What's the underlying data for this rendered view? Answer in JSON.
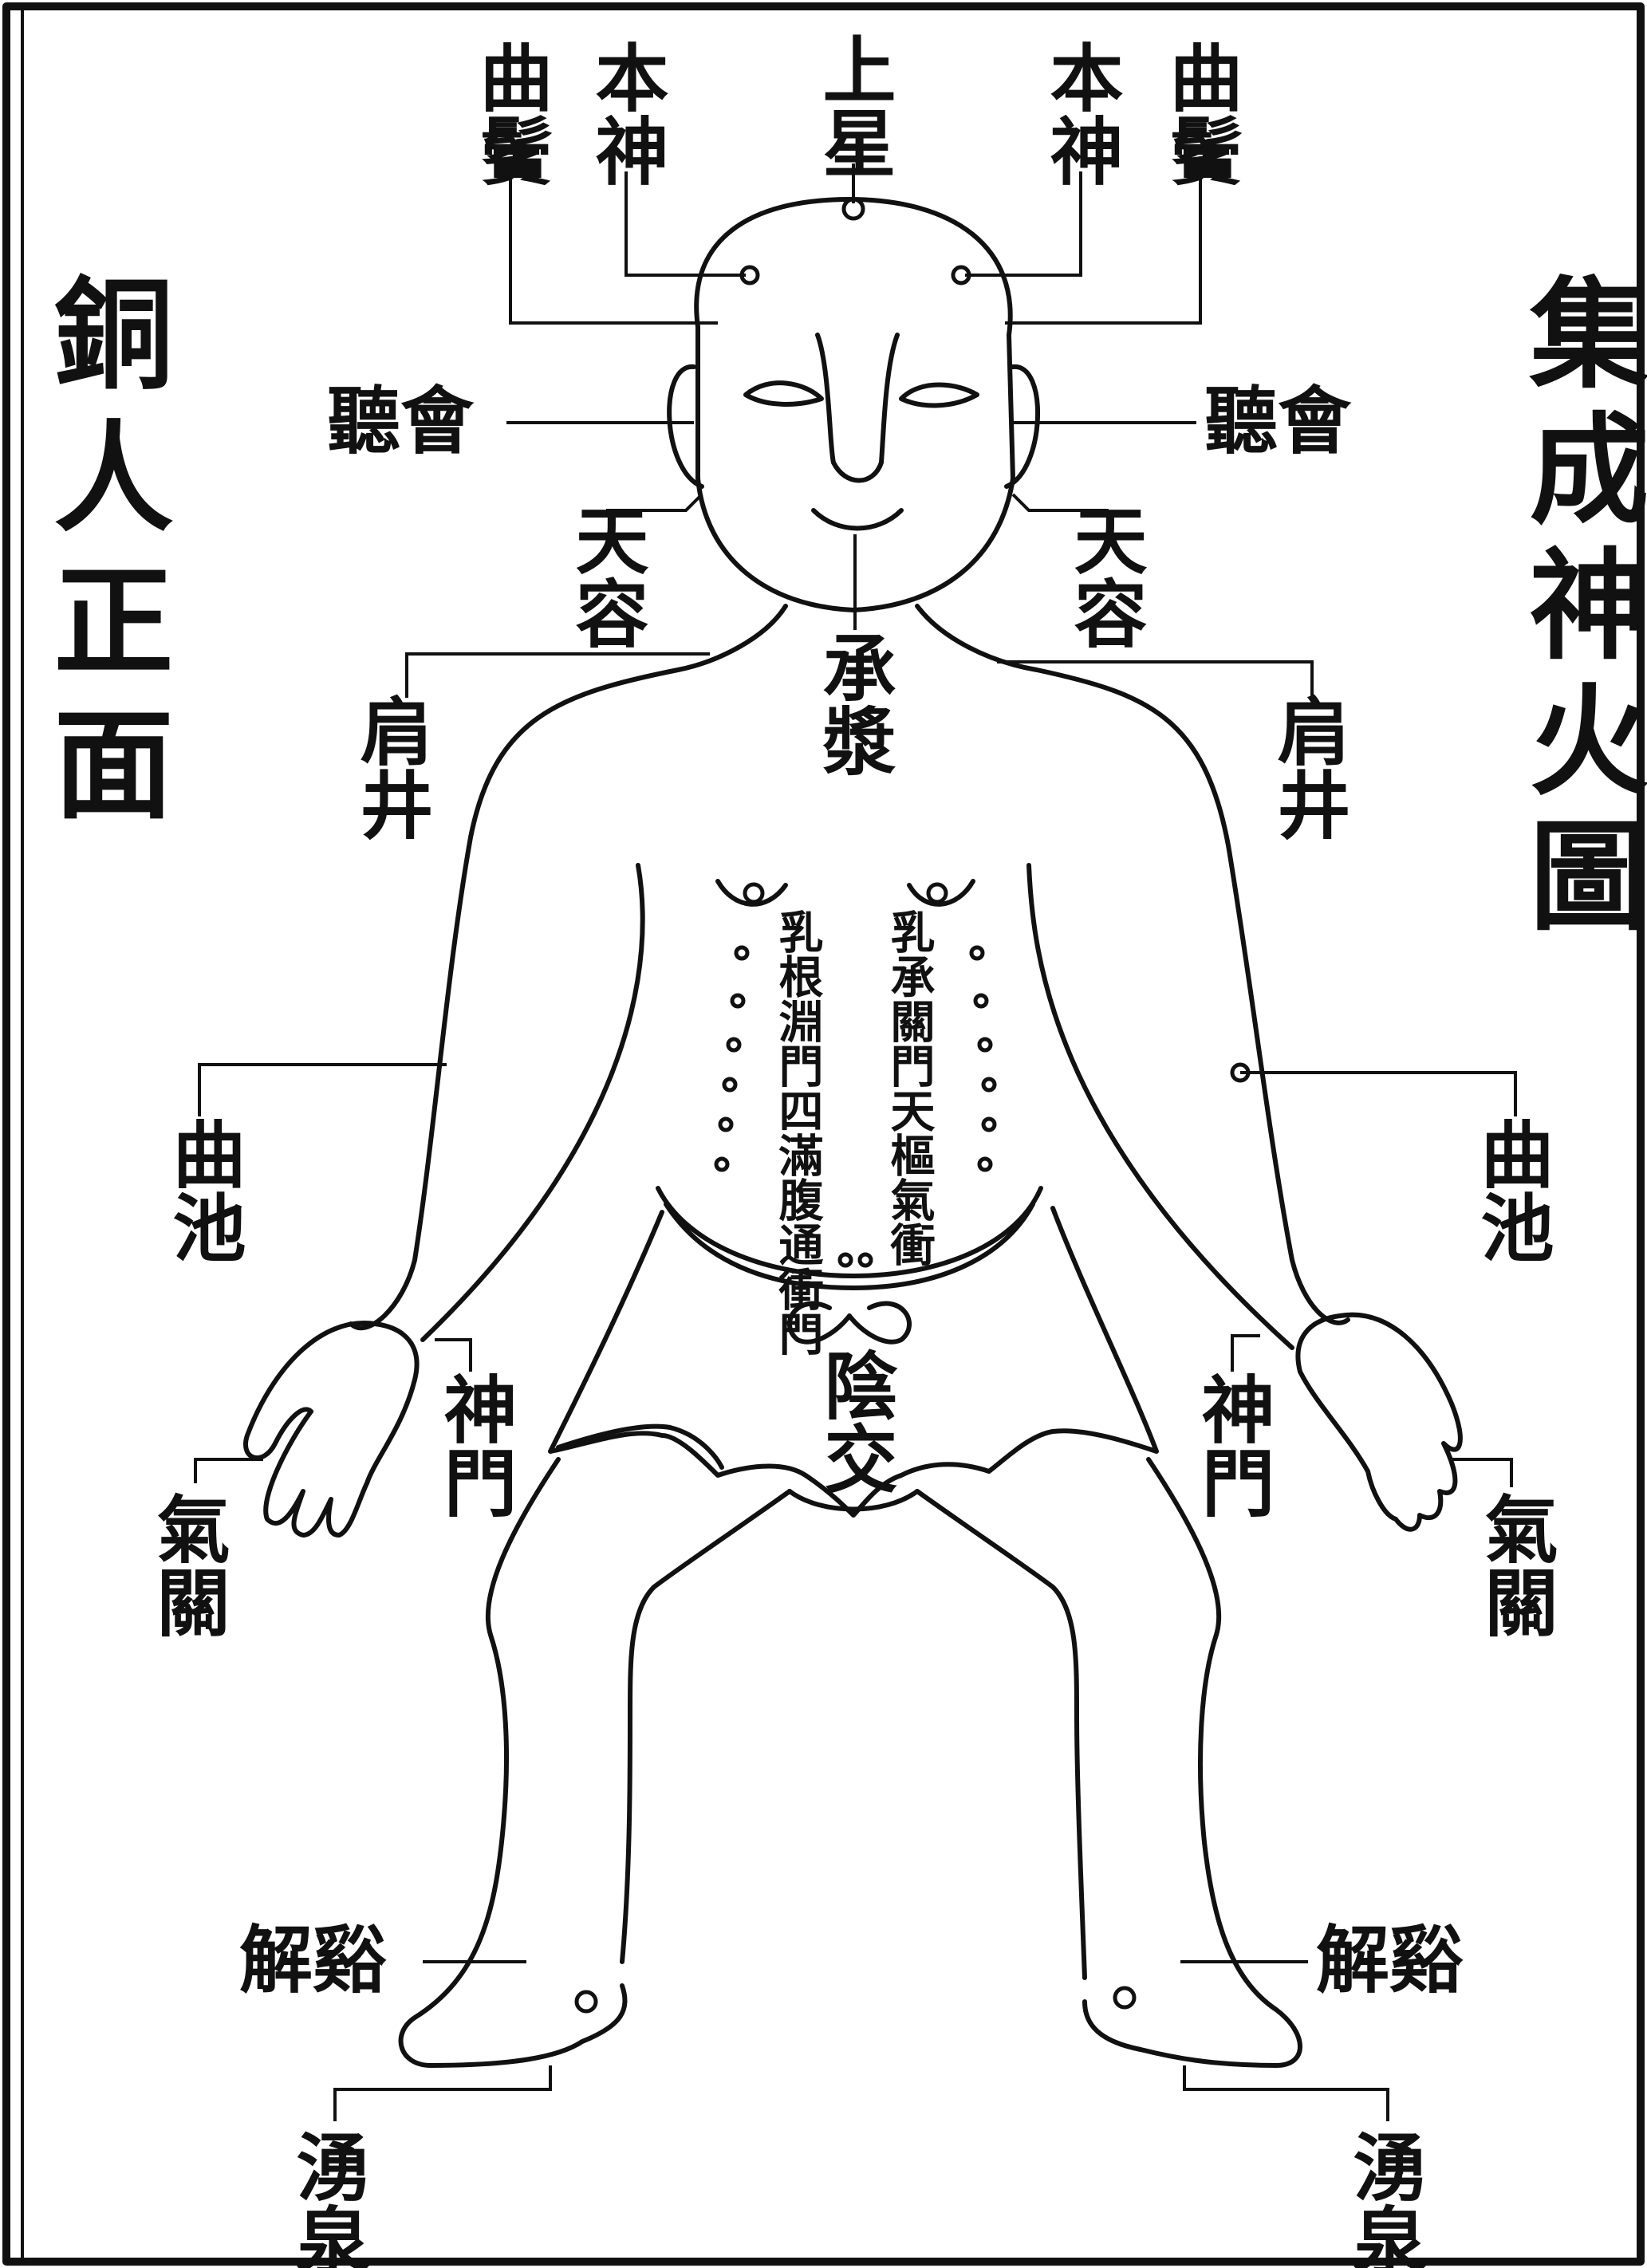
{
  "colors": {
    "ink": "#111111",
    "paper": "#ffffff"
  },
  "titles": {
    "left": "銅人正面",
    "right": "集成神火圖"
  },
  "labels": {
    "top_far_left": "曲鬢",
    "top_left": "本神",
    "top_center": "上星",
    "top_right": "本神",
    "top_far_right": "曲鬢",
    "ear_left": "聽會",
    "ear_right": "聽會",
    "tianrong_left": "天容",
    "tianrong_right": "天容",
    "chengjiang": "承漿",
    "jianjing_left": "肩井",
    "jianjing_right": "肩井",
    "chest_left": "乳根淵門四滿腹通衝門",
    "chest_right": "乳承關門天樞氣衝",
    "quchi_left": "曲池",
    "quchi_right": "曲池",
    "shenmen_left": "神門",
    "shenmen_right": "神門",
    "qiguan_left": "氣關",
    "qiguan_right": "氣關",
    "yinjiao": "陰交",
    "jiexi_left": "解谿",
    "jiexi_right": "解谿",
    "yongquan_left": "湧泉",
    "yongquan_right": "湧泉"
  }
}
